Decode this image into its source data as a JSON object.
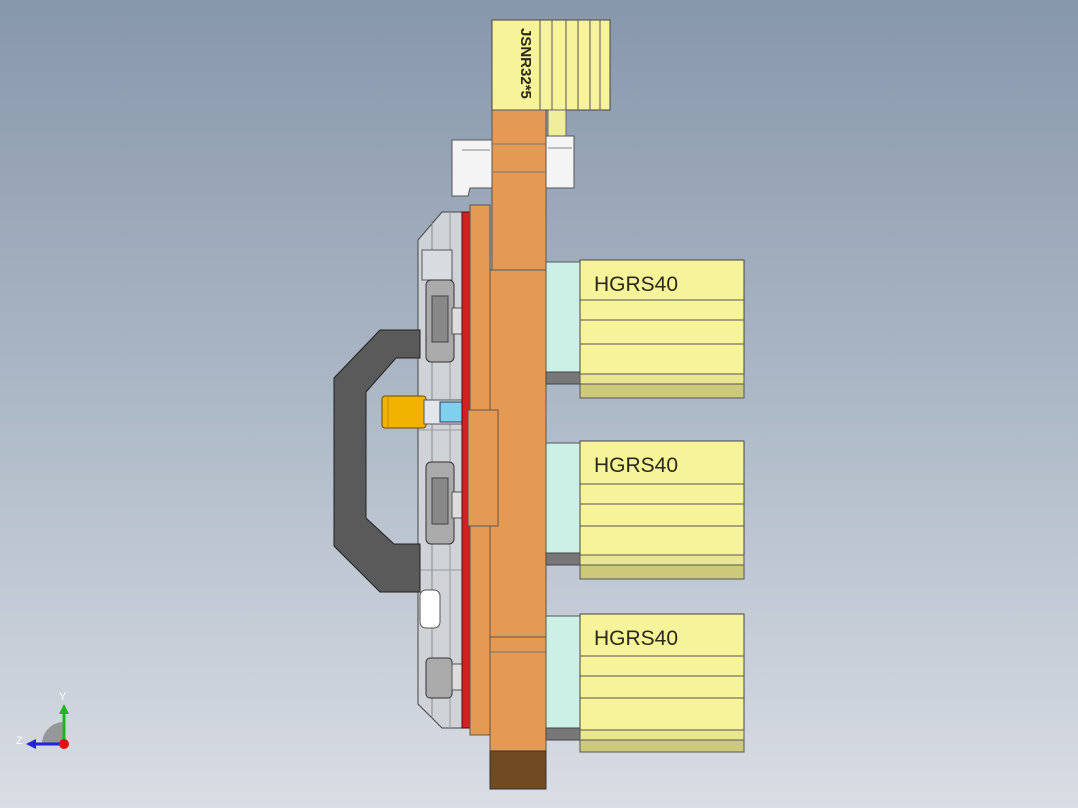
{
  "model": {
    "cylinder_label": "JSNR32*5",
    "rail_labels": [
      "HGRS40",
      "HGRS40",
      "HGRS40"
    ]
  },
  "triad": {
    "y_label": "Y",
    "z_label": "Z"
  },
  "colors": {
    "background_top": "#8797aa",
    "background_bottom": "#d9dde4",
    "plate_orange": "#e39a55",
    "rail_yellow": "#f6f39a",
    "red_plate": "#d42020",
    "handle_gray": "#5a5a5a",
    "axis_y": "#1fb51f",
    "axis_z": "#2222dd",
    "origin": "#e01010"
  }
}
